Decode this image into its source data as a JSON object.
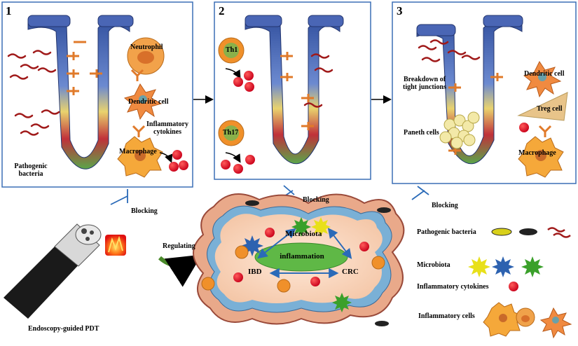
{
  "panels": [
    {
      "number": "1",
      "labels": {
        "neutrophil": "Neutrophil",
        "dendritic": "Dendritic cell",
        "cytokines": "Inflammatory cytokines",
        "macrophage": "Macrophage",
        "bacteria": "Pathogenic bacteria"
      }
    },
    {
      "number": "2",
      "labels": {
        "th1": "Th1",
        "th17": "Th17"
      }
    },
    {
      "number": "3",
      "labels": {
        "tight": "Breakdown of tight junctions",
        "paneth": "Paneth cells",
        "dendritic": "Dendritic cell",
        "treg": "Treg cell",
        "macrophage": "Macrophage"
      }
    }
  ],
  "blocking": [
    "Blocking",
    "Blocking",
    "Blocking"
  ],
  "regulating": "Regulating",
  "endoscope": "Endoscopy-guided PDT",
  "center": {
    "microbiota": "Microbiota",
    "inflammation": "inflammation",
    "ibd": "IBD",
    "crc": "CRC"
  },
  "legend": {
    "pathogenic": "Pathogenic bacteria",
    "microbiota": "Microbiota",
    "cytokines": "Inflammatory cytokines",
    "cells": "Inflammatory cells"
  },
  "colors": {
    "panel_border": "#3b6fb6",
    "epithelium_top": "#3e5aa8",
    "epithelium_mid": "#e9c94a",
    "epithelium_base": "#c0313a",
    "crypt_base": "#5aa64a",
    "cytokine": "#e0142a",
    "receptor": "#e07a2a",
    "inflammation_fill": "#5fb846"
  }
}
